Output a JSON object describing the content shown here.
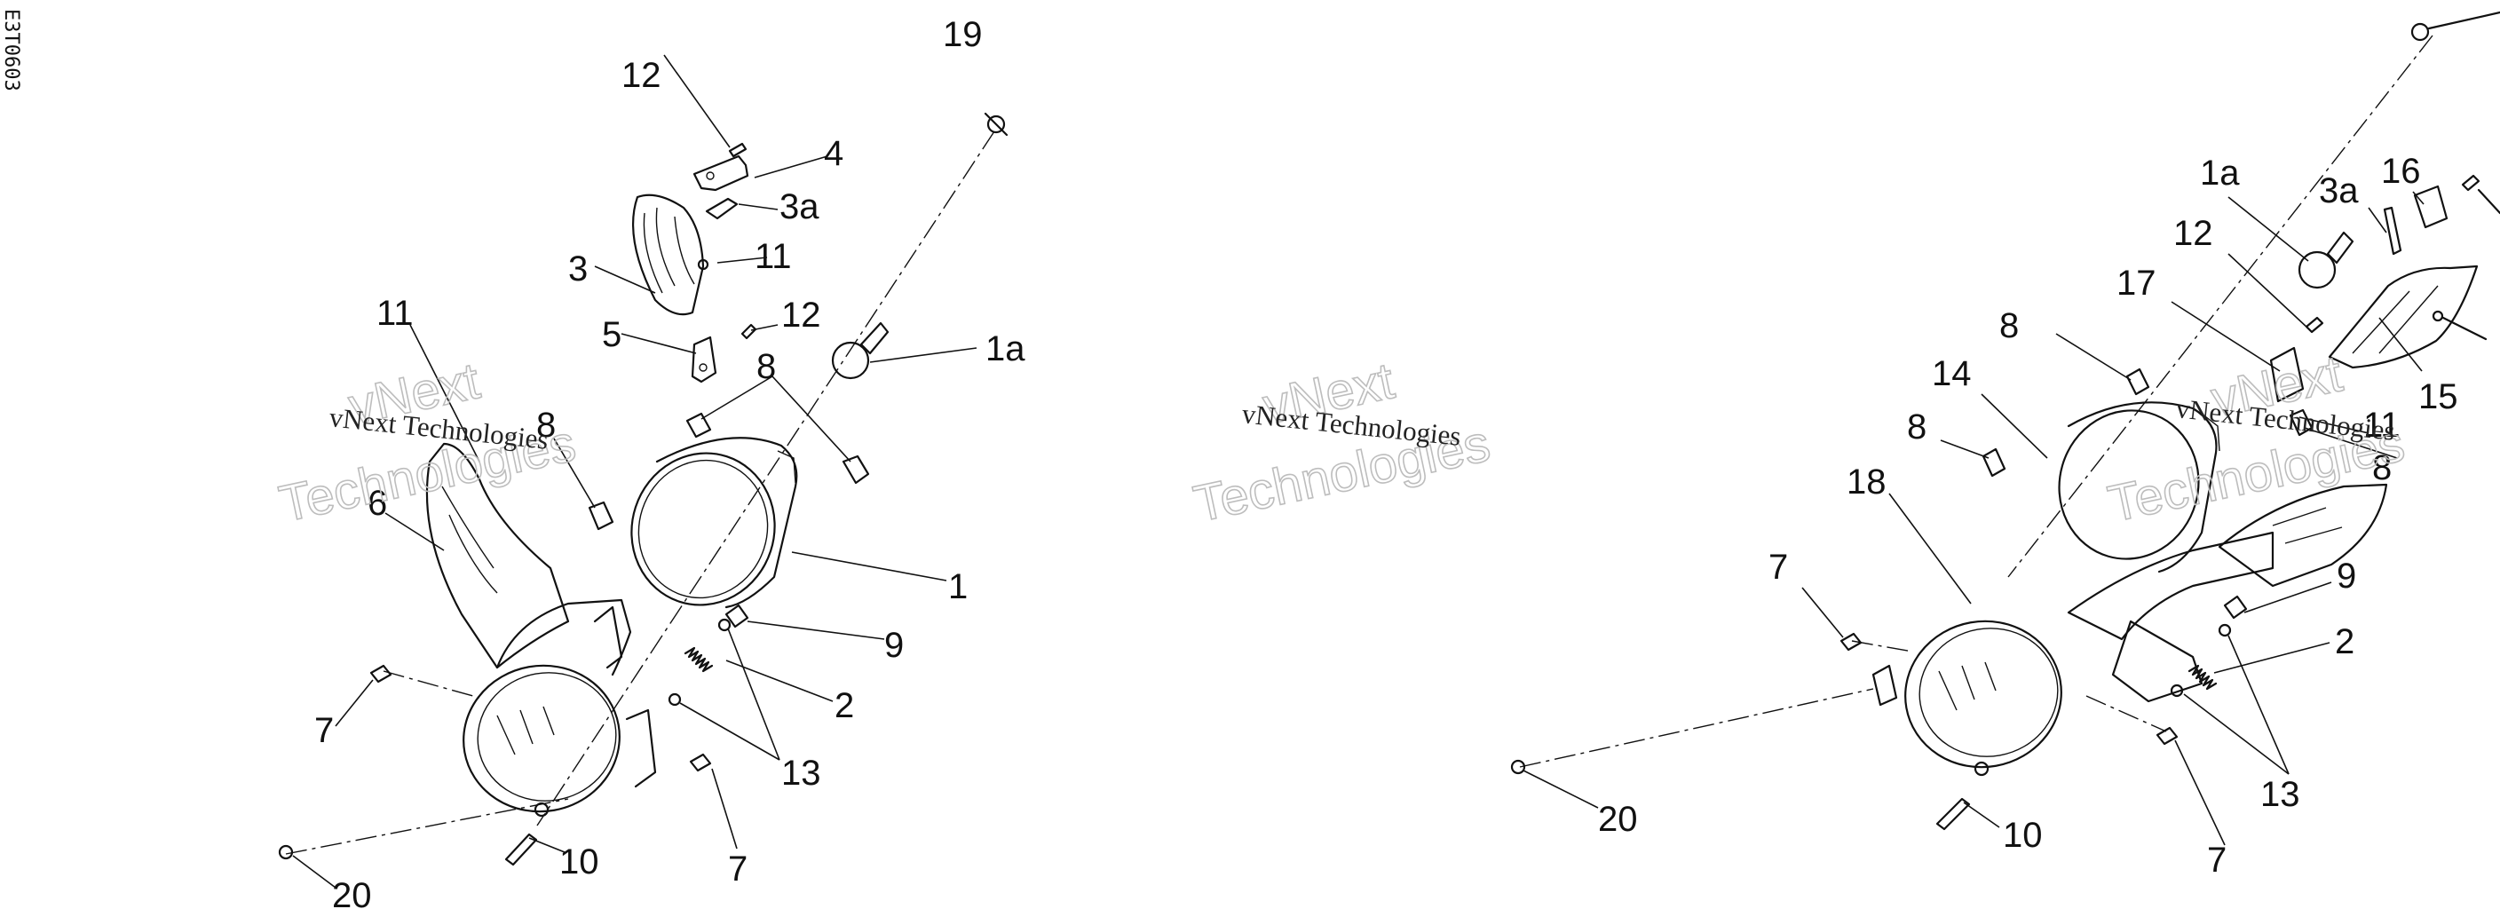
{
  "diagram_code": "E3T0603",
  "watermark": {
    "line1": "vNext",
    "line2": "Technologies",
    "sub": "vNext Technologies"
  },
  "callouts_left": [
    "19",
    "12",
    "4",
    "3a",
    "3",
    "11",
    "5",
    "12",
    "1a",
    "8",
    "11",
    "8",
    "6",
    "1",
    "9",
    "2",
    "7",
    "13",
    "7",
    "10",
    "20"
  ],
  "callouts_right": [
    "1a",
    "3a",
    "16",
    "12",
    "17",
    "8",
    "14",
    "8",
    "18",
    "11",
    "8",
    "7",
    "9",
    "2",
    "20",
    "13",
    "10",
    "7",
    "15"
  ]
}
